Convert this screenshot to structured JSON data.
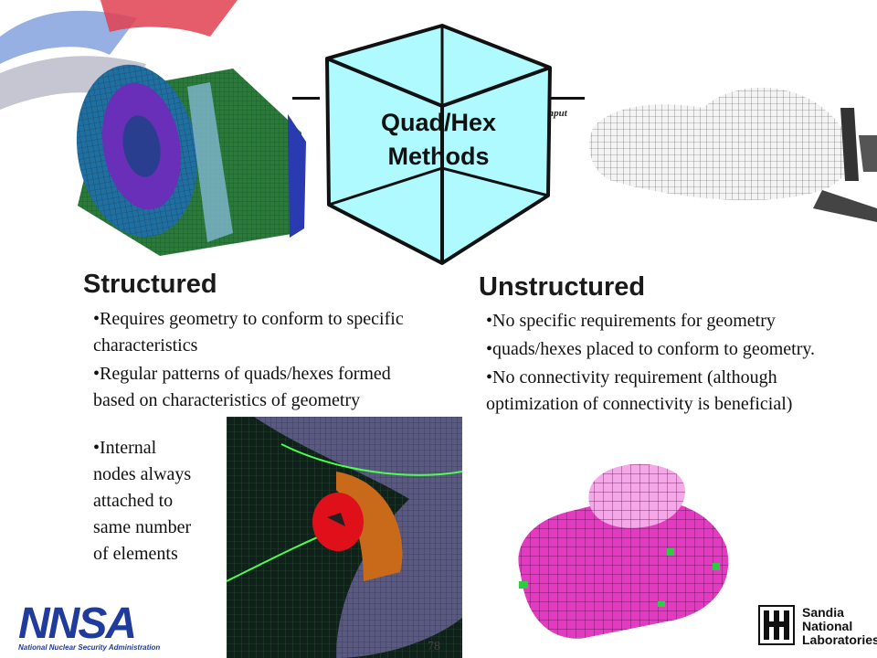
{
  "cube": {
    "line1": "Quad/Hex",
    "line2": "Methods"
  },
  "input_label": "nput",
  "structured": {
    "heading": "Structured",
    "bullets": [
      "Requires geometry to conform to specific characteristics",
      "Regular patterns of quads/hexes formed based on characteristics of geometry"
    ],
    "internal_lines": [
      "Internal",
      "nodes always",
      "attached to",
      "same number",
      "of elements"
    ]
  },
  "unstructured": {
    "heading": "Unstructured",
    "bullets": [
      "No specific requirements for geometry",
      "quads/hexes placed to conform to geometry.",
      "No connectivity requirement (although optimization of connectivity is beneficial)"
    ]
  },
  "page_number": "78",
  "logos": {
    "nnsa": "NNSA",
    "nnsa_sub": "National Nuclear Security Administration",
    "sandia_lines": [
      "Sandia",
      "National",
      "Laboratories"
    ]
  },
  "colors": {
    "cube_face": "#aefaff",
    "heading": "#1a1a1a",
    "nnsa_blue": "#1f3c9c",
    "magenta_mesh": "#e23bc2"
  }
}
